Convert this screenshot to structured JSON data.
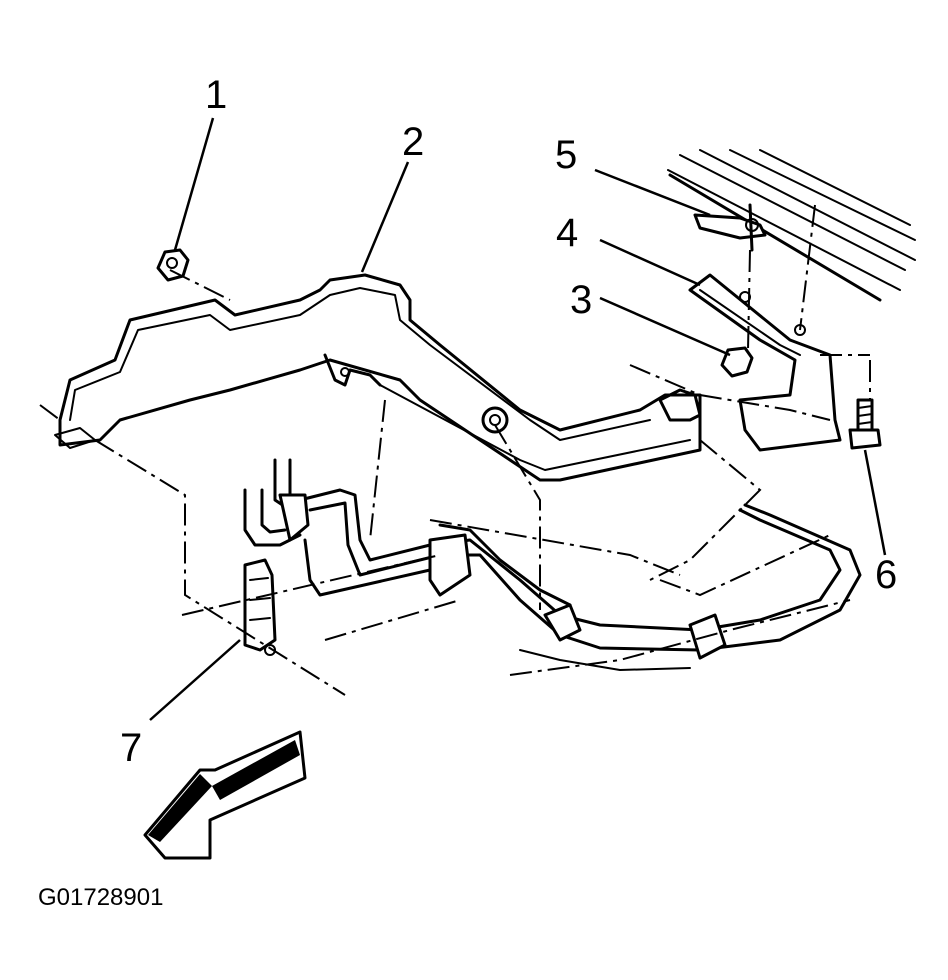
{
  "diagram": {
    "callouts": [
      "1",
      "2",
      "3",
      "4",
      "5",
      "6",
      "7"
    ],
    "figure_code": "G01728901",
    "colors": {
      "ink": "#000000",
      "paper": "#ffffff"
    },
    "icons": [
      "direction-arrow-icon",
      "nut-icon",
      "bolt-icon",
      "clip-icon"
    ]
  }
}
